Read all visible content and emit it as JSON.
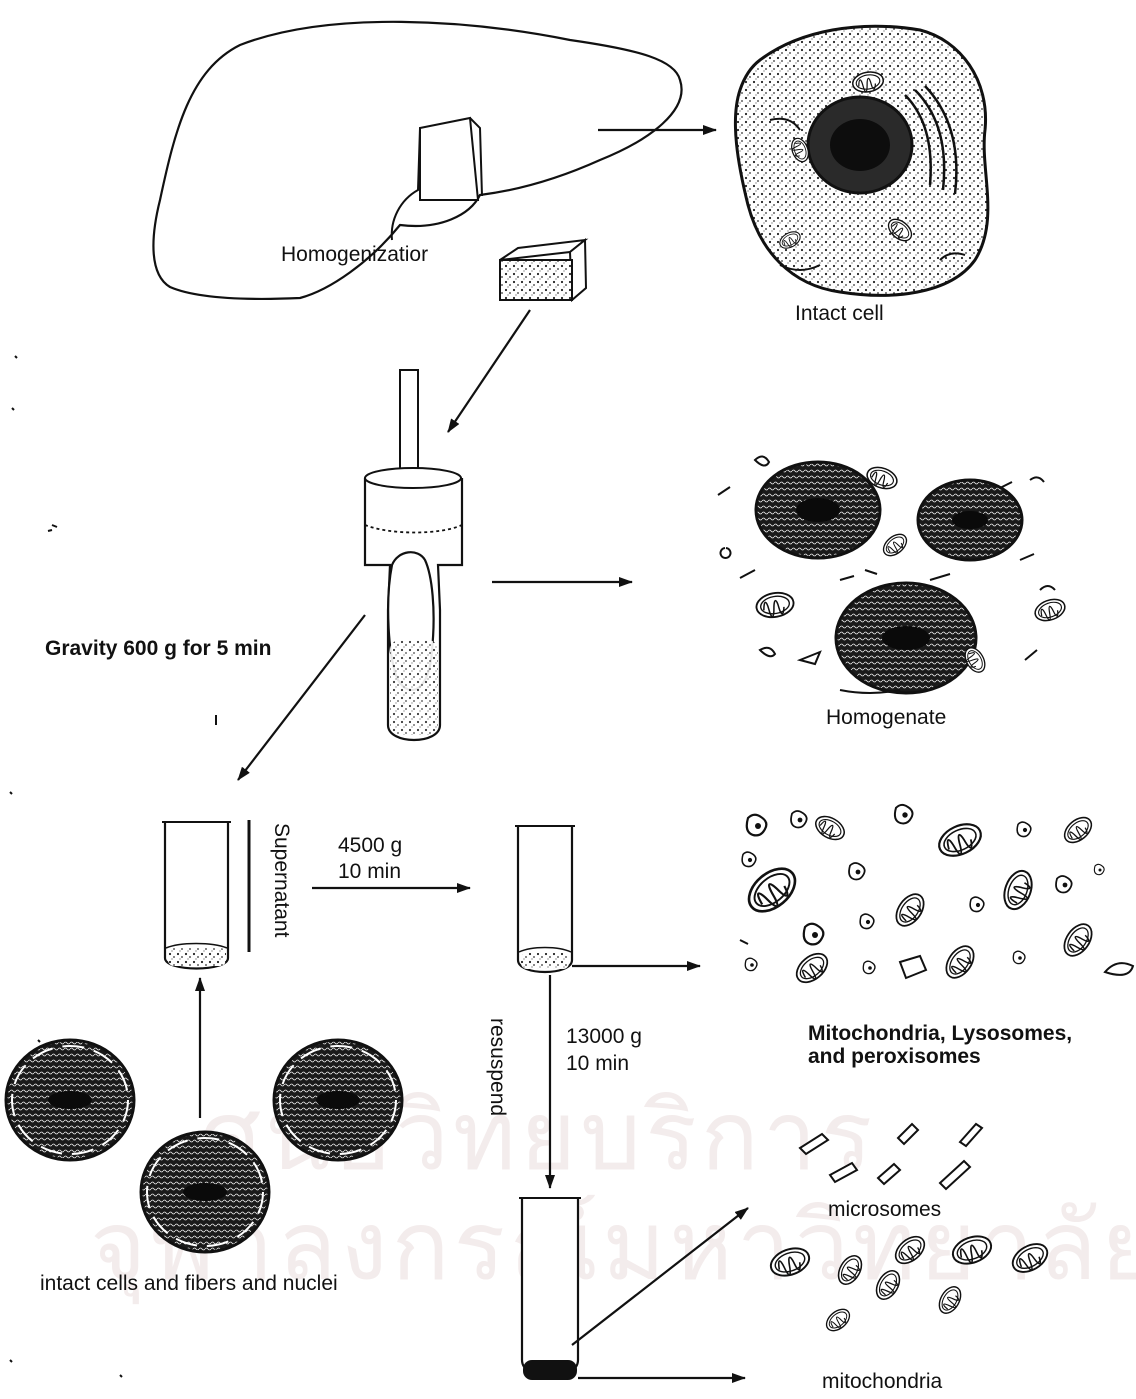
{
  "labels": {
    "homogenization": "Homogenizatior",
    "intact_cell": "Intact cell",
    "gravity": "Gravity 600 g for 5 min",
    "homogenate": "Homogenate",
    "supernatant": "Supernatant",
    "spin1_speed": "4500 g",
    "spin1_time": "10  min",
    "spin2_speed": "13000 g",
    "spin2_time": "10 min",
    "resuspend": "resuspend",
    "organelles_line1": "Mitochondria, Lysosomes,",
    "organelles_line2": "and peroxisomes",
    "microsomes": "microsomes",
    "pellet_cells": "intact cells and fibers and nuclei",
    "mitochondria": "mitochondria"
  },
  "watermark": {
    "line1": "ศูนย์วิทยบริการ",
    "line2": "จุฬาลงกรณ์มหาวิทยาลัย"
  }
}
